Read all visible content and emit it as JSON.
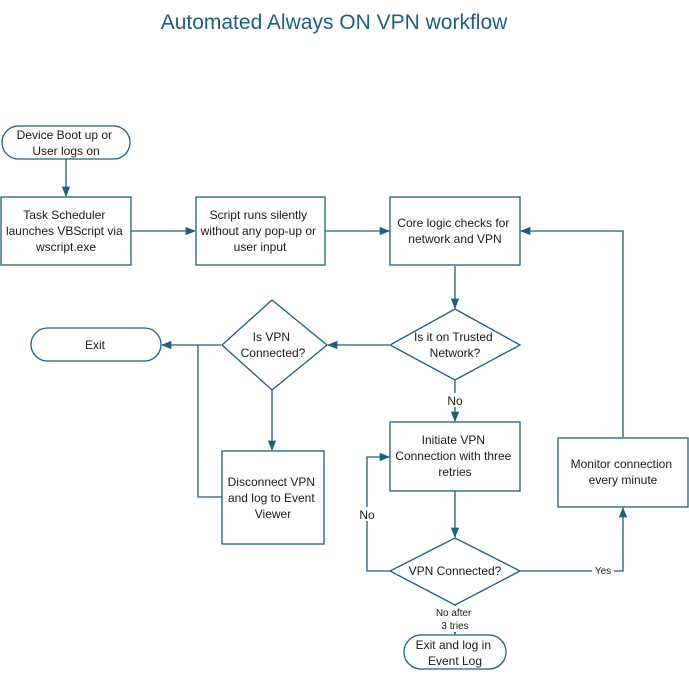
{
  "title": "Automated Always ON VPN workflow",
  "colors": {
    "stroke": "#1f5f7a",
    "title": "#1f5f7a",
    "text": "#1a1a1a"
  },
  "nodes": {
    "boot": {
      "lines": [
        "Device Boot up or",
        "User logs on"
      ]
    },
    "task_scheduler": {
      "lines": [
        "Task Scheduler",
        "launches VBScript via",
        "wscript.exe"
      ]
    },
    "script_silent": {
      "lines": [
        "Script runs silently",
        "without any pop-up or",
        "user input"
      ]
    },
    "core_logic": {
      "lines": [
        "Core logic checks for",
        "network and VPN"
      ]
    },
    "trusted_network": {
      "lines": [
        "Is it on Trusted",
        "Network?"
      ]
    },
    "is_vpn_connected": {
      "lines": [
        "Is VPN",
        "Connected?"
      ]
    },
    "exit": {
      "lines": [
        "Exit"
      ]
    },
    "disconnect_vpn": {
      "lines": [
        "Disconnect VPN",
        "and log to Event",
        "Viewer"
      ]
    },
    "initiate_vpn": {
      "lines": [
        "Initiate VPN",
        "Connection with three",
        "retries"
      ]
    },
    "vpn_connected": {
      "lines": [
        "VPN Connected?"
      ]
    },
    "monitor": {
      "lines": [
        "Monitor connection",
        "every minute"
      ]
    },
    "exit_log": {
      "lines": [
        "Exit and log in",
        "Event Log"
      ]
    }
  },
  "edge_labels": {
    "no_trusted": "No",
    "no_retry": "No",
    "yes": "Yes",
    "no_after": [
      "No after",
      "3 tries"
    ]
  }
}
